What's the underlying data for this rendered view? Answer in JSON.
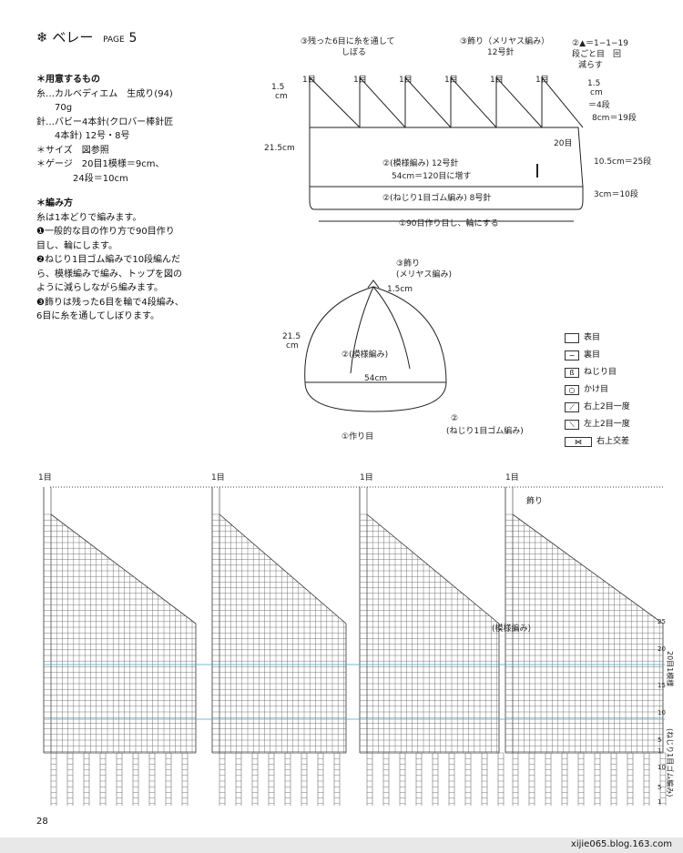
{
  "title": {
    "text": "ベレー",
    "page_label": "PAGE",
    "page_no": "5"
  },
  "materials": {
    "heading": "＊用意するもの",
    "lines": [
      "糸…カルベディエム　生成り(94)",
      "　　70g",
      "針…バビー4本針(クロバー棒針匠",
      "　　4本針) 12号・8号",
      "＊サイズ　図参照",
      "＊ゲージ　20目1模様＝9cm、",
      "　　　　24段＝10cm"
    ]
  },
  "howto": {
    "heading": "＊編み方",
    "lines": [
      "糸は1本どりで編みます。",
      "❶一般的な目の作り方で90目作り",
      "目し、輪にします。",
      "❷ねじり1目ゴム編みで10段編んだ",
      "ら、模様編みで編み、トップを図の",
      "ように減らしながら編みます。",
      "❸飾りは残った6目を輪で4段編み、",
      "6目に糸を通してしぼります。"
    ]
  },
  "top_diagram": {
    "note_pull": "③残った6目に糸を通して",
    "note_pull2": "しぼる",
    "note_deco": "③飾り（メリヤス編み）",
    "note_deco2": "12号針",
    "note_dec": "②▲＝1−1−19",
    "note_dec2": "段ごと目　回",
    "note_dec3": "減らす",
    "st1": "1目",
    "dim_15": "1.5",
    "dim_cm": "cm",
    "dim_4dan": "＝4段",
    "dim_8cm": "8cm＝19段",
    "dim_20me": "20目",
    "dim_105": "10.5cm＝25段",
    "dim_3cm": "3cm＝10段",
    "dim_215": "21.5cm",
    "pattern_label": "②(模様編み) 12号針",
    "inc_label": "54cm＝120目に増す",
    "rib_label": "②(ねじり1目ゴム編み) 8号針",
    "cast_label": "①90目作り目し、輪にする"
  },
  "mid_diagram": {
    "deco": "③飾り",
    "deco2": "(メリヤス編み)",
    "dim_15": "1.5cm",
    "dim_215": "21.5",
    "dim_cm": "cm",
    "pattern": "②(模様編み)",
    "width": "54cm",
    "rib_num": "②",
    "rib": "(ねじり1目ゴム編み)",
    "cast": "①作り目"
  },
  "legend": [
    {
      "sym": "□＝|",
      "label": "表目"
    },
    {
      "sym": "−",
      "label": "裏目"
    },
    {
      "sym": "ß",
      "label": "ねじり目"
    },
    {
      "sym": "○",
      "label": "かけ目"
    },
    {
      "sym": "⟋",
      "label": "右上2目一度"
    },
    {
      "sym": "⟍",
      "label": "左上2目一度"
    },
    {
      "sym": "⋈",
      "label": "右上交差"
    }
  ],
  "chart": {
    "st1": "1目",
    "deco": "飾り",
    "pattern": "(模様編み)",
    "repeat": "20目1模様",
    "rib": "(ねじり1目ゴム編み)",
    "row_nums": [
      "25",
      "20",
      "15",
      "10",
      "5",
      "1",
      "10",
      "5",
      "1"
    ]
  },
  "page_number": "28",
  "watermark": "xijie065.blog.163.com"
}
